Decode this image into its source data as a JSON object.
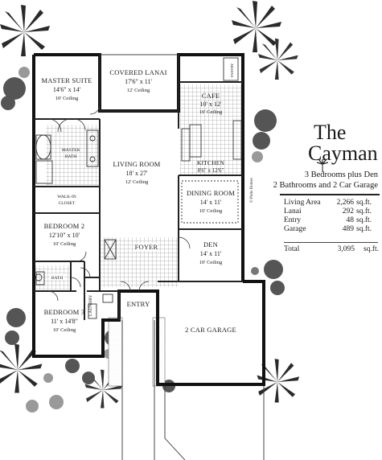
{
  "model_name_line1": "The",
  "model_name_line2": "Cayman",
  "subtitle_line1": "3 Bedrooms plus Den",
  "subtitle_line2": "2 Bathrooms and 2 Car Garage",
  "areas": [
    {
      "label": "Living Area",
      "value": "2,266",
      "unit": "sq.ft."
    },
    {
      "label": "Lanai",
      "value": "292",
      "unit": "sq.ft."
    },
    {
      "label": "Entry",
      "value": "48",
      "unit": "sq.ft."
    },
    {
      "label": "Garage",
      "value": "489",
      "unit": "sq.ft."
    }
  ],
  "total": {
    "label": "Total",
    "value": "3,095",
    "unit": "sq.ft."
  },
  "rooms": {
    "master_suite": {
      "name": "MASTER SUITE",
      "dims": "14'6\" x 14'",
      "ceiling": "10' Ceiling"
    },
    "lanai": {
      "name": "COVERED LANAI",
      "dims": "17'6\" x 11'",
      "ceiling": "12' Ceiling"
    },
    "cafe": {
      "name": "CAFE",
      "dims": "10' x 12'",
      "ceiling": "10' Ceiling"
    },
    "master_bath": {
      "line1": "MASTER",
      "line2": "BATH"
    },
    "living": {
      "name": "LIVING ROOM",
      "dims": "18' x 27'",
      "ceiling": "12' Ceiling"
    },
    "kitchen": {
      "name": "KITCHEN",
      "dims": "8'6\" x 12'6\""
    },
    "dining": {
      "name": "DINING ROOM",
      "dims": "14' x 11'",
      "ceiling": "10' Ceiling"
    },
    "closet": {
      "line1": "WALK-IN",
      "line2": "CLOSET"
    },
    "bedroom2": {
      "name": "BEDROOM 2",
      "dims": "12'10\" x 10'",
      "ceiling": "10' Ceiling"
    },
    "foyer": {
      "name": "FOYER"
    },
    "den": {
      "name": "DEN",
      "dims": "14' x 11'",
      "ceiling": "10' Ceiling"
    },
    "bath": {
      "name": "BATH"
    },
    "entry": {
      "name": "ENTRY"
    },
    "bedroom3": {
      "name": "BEDROOM 3",
      "dims": "11' x 14'8\"",
      "ceiling": "10' Ceiling"
    },
    "garage": {
      "name": "2 CAR GARAGE"
    },
    "laundry": {
      "name": "LAUNDRY"
    },
    "pantry": {
      "name": "PANTRY"
    }
  },
  "builder_mark": "© Pulte Homes"
}
